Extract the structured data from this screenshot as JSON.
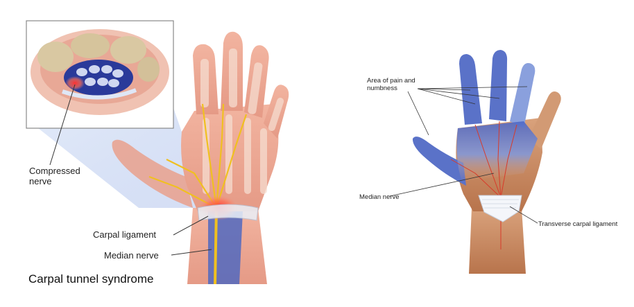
{
  "left_panel": {
    "title": "Carpal tunnel syndrome",
    "labels": {
      "compressed_line1": "Compressed",
      "compressed_line2": "nerve",
      "carpal_ligament": "Carpal ligament",
      "median_nerve": "Median nerve"
    }
  },
  "right_panel": {
    "labels": {
      "area_line1": "Area of pain and",
      "area_line2": "numbness",
      "median_nerve": "Median nerve",
      "transverse": "Transverse carpal ligament"
    }
  },
  "colors": {
    "skin": "#e8a08a",
    "skin_tan": "#c98a64",
    "numb_blue": "#5a72c8",
    "nerve_yellow": "#f0c020",
    "inflamed_red": "#e8202a"
  }
}
